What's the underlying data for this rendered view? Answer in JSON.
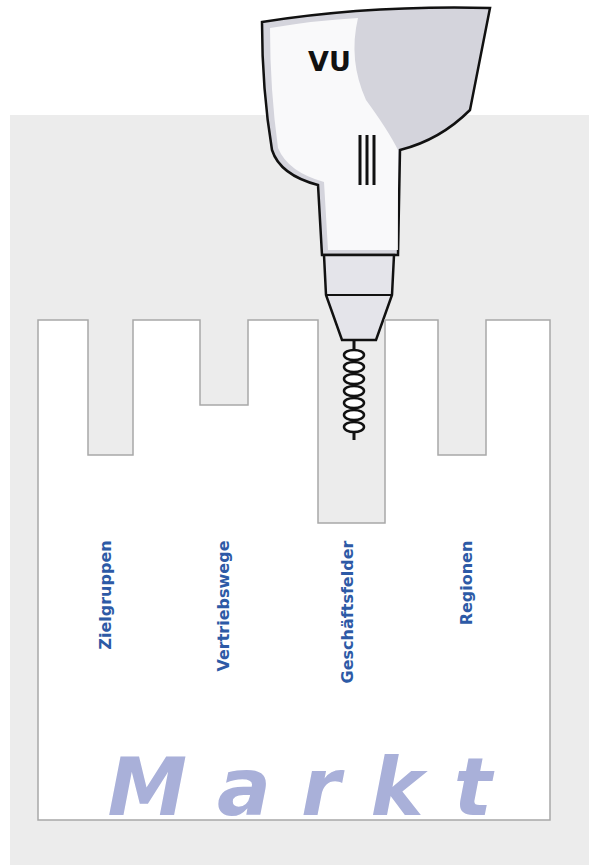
{
  "diagram": {
    "nodes": [
      {
        "text": [
          "VU"
        ]
      },
      {
        "text": [
          "Zielgruppen",
          "Vertriebswege",
          "Geschäftsfelder",
          "Regionen",
          "Markt"
        ]
      }
    ]
  }
}
